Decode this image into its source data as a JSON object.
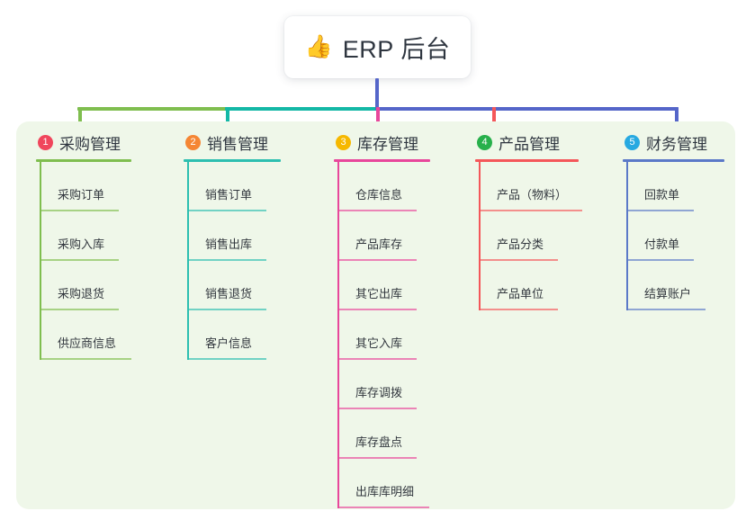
{
  "root": {
    "icon": "thumbs-up-icon",
    "icon_glyph": "👍",
    "title": "ERP 后台"
  },
  "panel": {
    "background": "#eff7e9"
  },
  "connector": {
    "trunk_color": "#5566c9",
    "segments": [
      {
        "name": "green-segment",
        "color": "#7fbe4f"
      },
      {
        "name": "teal-segment",
        "color": "#14b8a6"
      },
      {
        "name": "blue-segment",
        "color": "#5566c9"
      }
    ]
  },
  "columns": [
    {
      "index": "1",
      "title": "采购管理",
      "badge_color": "#f0465c",
      "line_color": "#7fbe4f",
      "drop_color": "#7fbe4f",
      "items": [
        {
          "label": "采购订单"
        },
        {
          "label": "采购入库"
        },
        {
          "label": "采购退货"
        },
        {
          "label": "供应商信息"
        }
      ]
    },
    {
      "index": "2",
      "title": "销售管理",
      "badge_color": "#f58634",
      "line_color": "#2dbfb0",
      "drop_color": "#14b8a6",
      "items": [
        {
          "label": "销售订单"
        },
        {
          "label": "销售出库"
        },
        {
          "label": "销售退货"
        },
        {
          "label": "客户信息"
        }
      ]
    },
    {
      "index": "3",
      "title": "库存管理",
      "badge_color": "#f6b800",
      "line_color": "#e8479b",
      "drop_color": "#e8479b",
      "items": [
        {
          "label": "仓库信息"
        },
        {
          "label": "产品库存"
        },
        {
          "label": "其它出库"
        },
        {
          "label": "其它入库"
        },
        {
          "label": "库存调拨"
        },
        {
          "label": "库存盘点"
        },
        {
          "label": "出库库明细"
        }
      ]
    },
    {
      "index": "4",
      "title": "产品管理",
      "badge_color": "#27b04b",
      "line_color": "#f4575a",
      "drop_color": "#f4575a",
      "items": [
        {
          "label": "产品（物料）"
        },
        {
          "label": "产品分类"
        },
        {
          "label": "产品单位"
        }
      ]
    },
    {
      "index": "5",
      "title": "财务管理",
      "badge_color": "#27a9e1",
      "line_color": "#5b79c8",
      "drop_color": "#5566c9",
      "items": [
        {
          "label": "回款单"
        },
        {
          "label": "付款单"
        },
        {
          "label": "结算账户"
        }
      ]
    }
  ]
}
